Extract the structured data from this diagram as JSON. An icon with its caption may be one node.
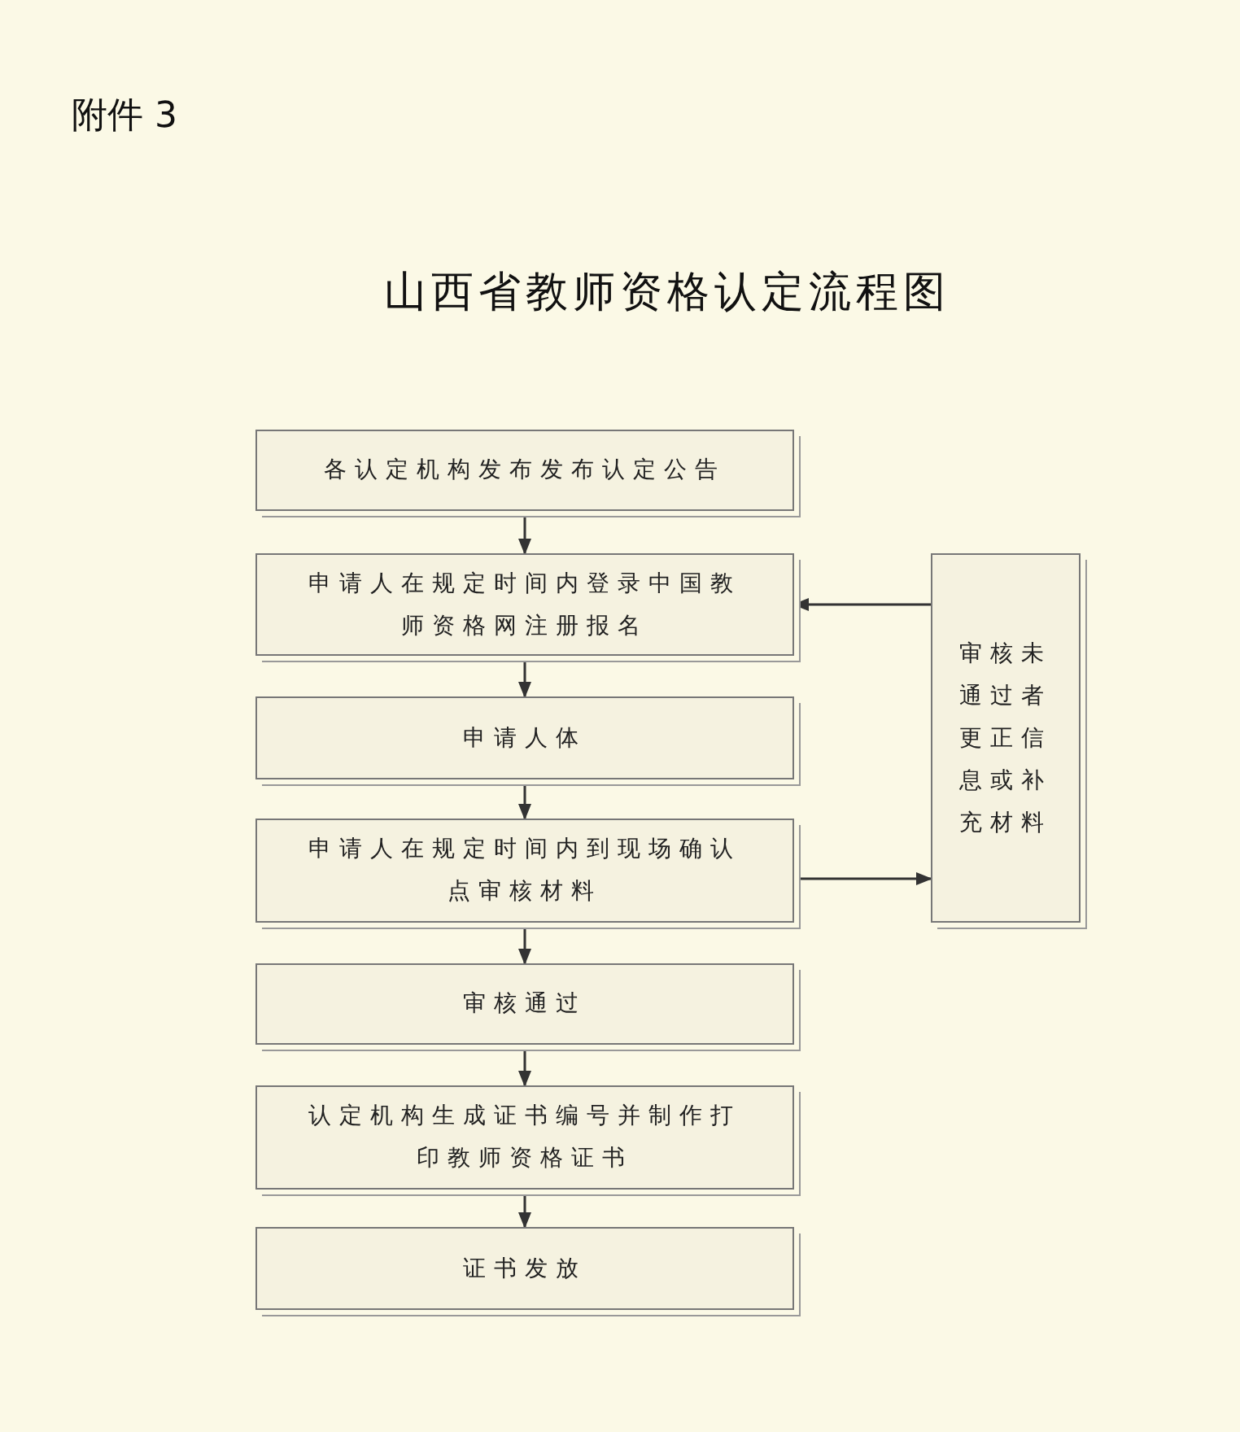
{
  "diagram": {
    "title": "山西省教师资格认定流程图",
    "nodes": [
      {
        "text": [
          "各认定机构发布发布认定公告"
        ]
      },
      {
        "text": [
          "申请人在规定时间内登录中国教师资格网注册报名"
        ]
      },
      {
        "text": [
          "申请人体"
        ]
      },
      {
        "text": [
          "申请人在规定时间内到现场确认点审核材料"
        ]
      },
      {
        "text": [
          "审核通过"
        ]
      },
      {
        "text": [
          "认定机构生成证书编号并制作打印教师资格证书"
        ]
      },
      {
        "text": [
          "证书发放"
        ]
      },
      {
        "text": [
          "审核未通过者更正信息或补充材料"
        ]
      }
    ],
    "edges": [
      {
        "from": 0,
        "to": 1,
        "arrow": "to"
      },
      {
        "from": 1,
        "to": 2,
        "arrow": "to"
      },
      {
        "from": 2,
        "to": 3,
        "arrow": "to"
      },
      {
        "from": 3,
        "to": 4,
        "arrow": "to"
      },
      {
        "from": 4,
        "to": 5,
        "arrow": "to"
      },
      {
        "from": 5,
        "to": 6,
        "arrow": "to"
      },
      {
        "from": 3,
        "to": 7,
        "arrow": "to"
      },
      {
        "from": 7,
        "to": 1,
        "arrow": "to"
      }
    ],
    "labels": [
      "附件 3"
    ]
  }
}
